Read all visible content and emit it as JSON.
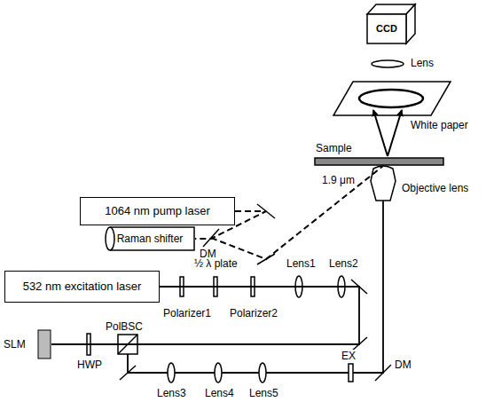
{
  "diagram": {
    "nodes": [
      {
        "text": [
          "CCD"
        ]
      },
      {
        "text": [
          "1064 nm pump laser"
        ]
      },
      {
        "text": [
          "Raman shifter"
        ]
      },
      {
        "text": [
          "532 nm excitation laser"
        ]
      },
      {
        "text": [
          "SLM"
        ]
      }
    ],
    "edges": [
      {
        "from": 1,
        "to": 2,
        "arrow": "none"
      },
      {
        "from": 3,
        "to": 4,
        "arrow": "none"
      }
    ],
    "labels": [
      "Lens",
      "White paper",
      "Sample",
      "1.9 μm",
      "Objective lens",
      "DM",
      "½ λ plate",
      "Polarizer1",
      "Polarizer2",
      "Lens1",
      "Lens2",
      "PolBSC",
      "HWP",
      "EX",
      "DM",
      "Lens3",
      "Lens4",
      "Lens5"
    ]
  }
}
